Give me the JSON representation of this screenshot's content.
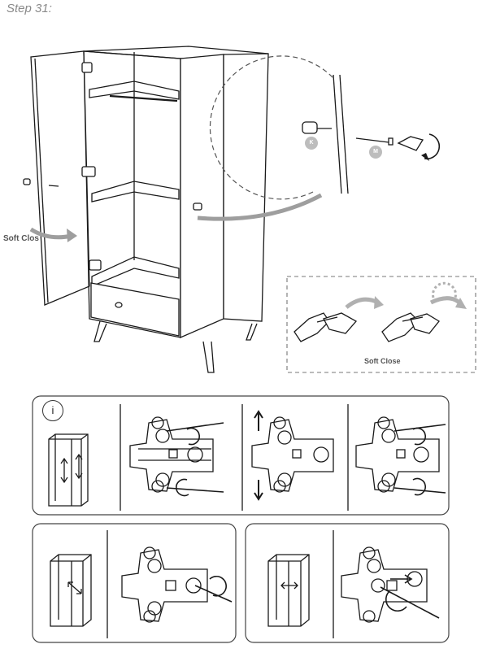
{
  "step": {
    "label": "Step 31:"
  },
  "labels": {
    "soft_close_left": "Soft Clos",
    "soft_close_box": "Soft Close",
    "info_icon": "i"
  },
  "parts": {
    "k": "K",
    "m": "M"
  },
  "colors": {
    "line": "#1a1a1a",
    "arrow_gray": "#9e9e9e",
    "title_gray": "#8a8a8a",
    "badge_gray": "#bdbdbd"
  }
}
